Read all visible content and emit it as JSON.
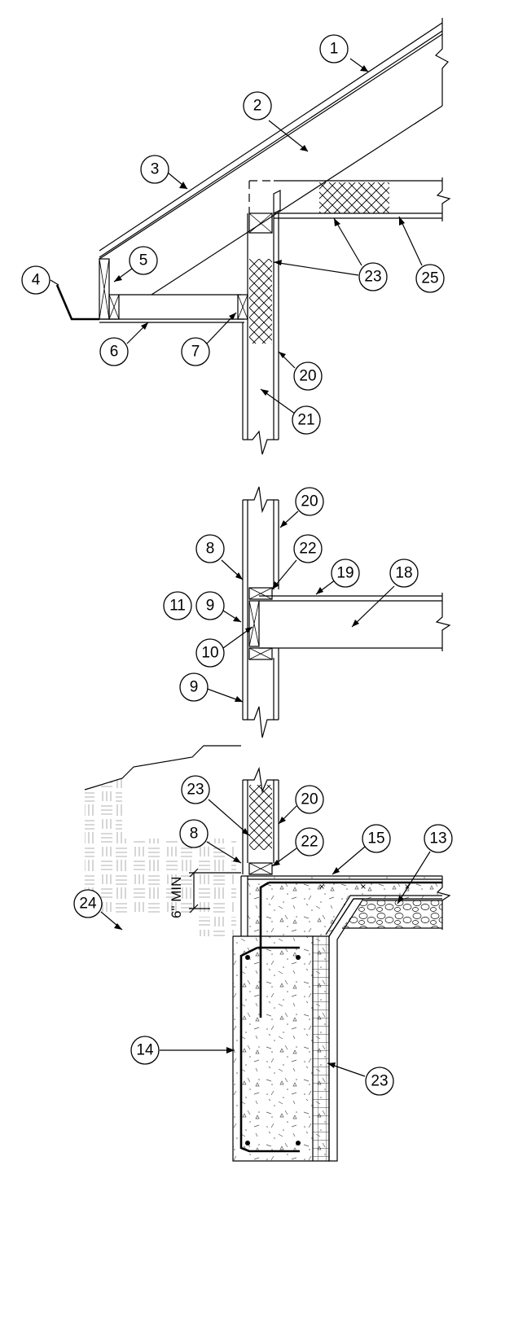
{
  "callouts": {
    "roof": [
      "1",
      "2",
      "3",
      "4",
      "5",
      "6",
      "7",
      "23",
      "25",
      "20",
      "21"
    ],
    "floor": [
      "20",
      "8",
      "22",
      "19",
      "18",
      "11",
      "9",
      "10",
      "9"
    ],
    "foundation": [
      "23",
      "20",
      "8",
      "22",
      "15",
      "13",
      "24",
      "14",
      "23"
    ]
  },
  "dimension": {
    "clearance": "6\" MIN"
  }
}
